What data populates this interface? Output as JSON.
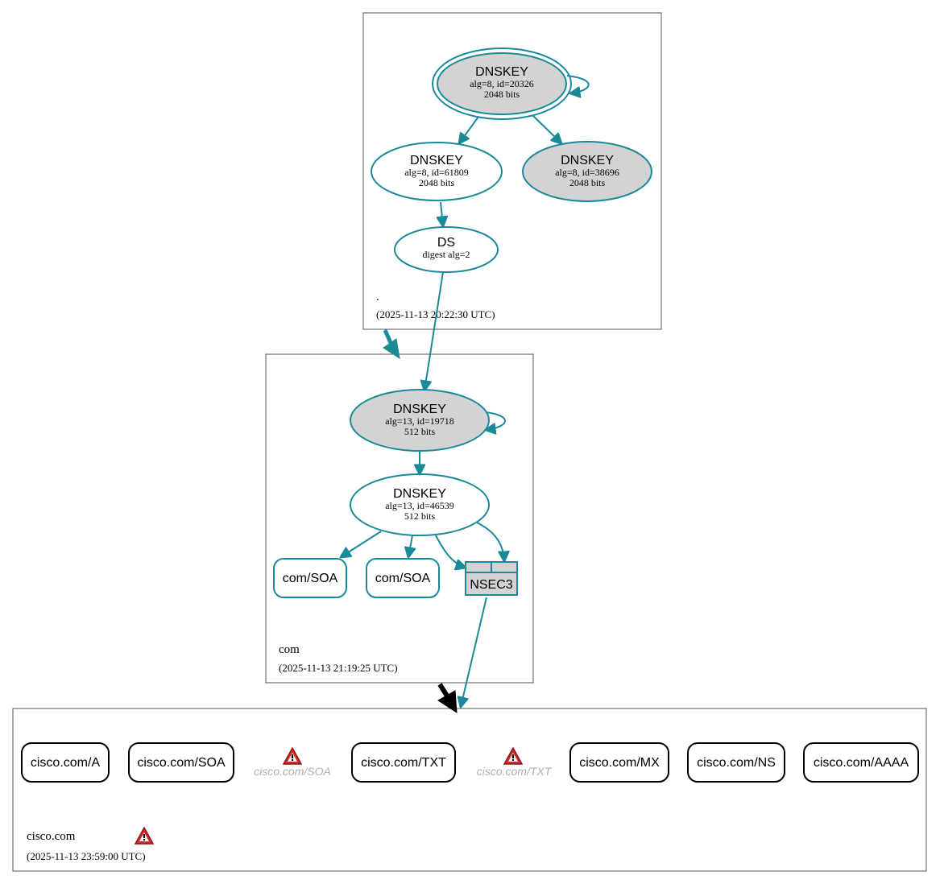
{
  "colors": {
    "edge": "#1a8a99",
    "node_fill_sep": "#d3d3d3",
    "node_fill": "#ffffff",
    "warning_red": "#d42a2a",
    "ghost_text": "#b0b0b0"
  },
  "zones": {
    "root": {
      "name": ".",
      "timestamp": "(2025-11-13 20:22:30 UTC)"
    },
    "com": {
      "name": "com",
      "timestamp": "(2025-11-13 21:19:25 UTC)"
    },
    "cisco": {
      "name": "cisco.com",
      "timestamp": "(2025-11-13 23:59:00 UTC)",
      "status_icon": "warning-icon"
    }
  },
  "nodes": {
    "root_ksk": {
      "type": "DNSKEY",
      "line1": "alg=8, id=20326",
      "line2": "2048 bits"
    },
    "root_zsk1": {
      "type": "DNSKEY",
      "line1": "alg=8, id=61809",
      "line2": "2048 bits"
    },
    "root_zsk2": {
      "type": "DNSKEY",
      "line1": "alg=8, id=38696",
      "line2": "2048 bits"
    },
    "root_ds": {
      "type": "DS",
      "line1": "digest alg=2"
    },
    "com_ksk": {
      "type": "DNSKEY",
      "line1": "alg=13, id=19718",
      "line2": "512 bits"
    },
    "com_zsk": {
      "type": "DNSKEY",
      "line1": "alg=13, id=46539",
      "line2": "512 bits"
    },
    "com_soa1": {
      "label": "com/SOA"
    },
    "com_soa2": {
      "label": "com/SOA"
    },
    "com_nsec3": {
      "label": "NSEC3"
    }
  },
  "cisco_records": {
    "a": "cisco.com/A",
    "soa": "cisco.com/SOA",
    "soa_warn": "cisco.com/SOA",
    "txt": "cisco.com/TXT",
    "txt_warn": "cisco.com/TXT",
    "mx": "cisco.com/MX",
    "ns": "cisco.com/NS",
    "aaaa": "cisco.com/AAAA"
  }
}
